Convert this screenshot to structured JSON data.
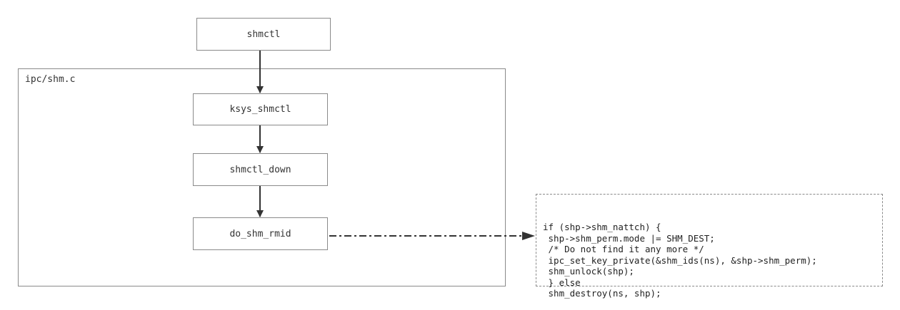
{
  "diagram": {
    "nodes": {
      "shmctl": "shmctl",
      "ksys_shmctl": "ksys_shmctl",
      "shmctl_down": "shmctl_down",
      "do_shm_rmid": "do_shm_rmid"
    },
    "container_label": "ipc/shm.c",
    "edges": [
      {
        "from": "shmctl",
        "to": "ksys_shmctl",
        "style": "solid"
      },
      {
        "from": "ksys_shmctl",
        "to": "shmctl_down",
        "style": "solid"
      },
      {
        "from": "shmctl_down",
        "to": "do_shm_rmid",
        "style": "solid"
      },
      {
        "from": "do_shm_rmid",
        "to": "code_note",
        "style": "dash-dot"
      }
    ],
    "code_note": [
      "if (shp->shm_nattch) {",
      " shp->shm_perm.mode |= SHM_DEST;",
      " /* Do not find it any more */",
      " ipc_set_key_private(&shm_ids(ns), &shp->shm_perm);",
      " shm_unlock(shp);",
      " } else",
      " shm_destroy(ns, shp);"
    ],
    "colors": {
      "border": "#8a8a8a",
      "arrow": "#333333",
      "text": "#333333"
    }
  }
}
